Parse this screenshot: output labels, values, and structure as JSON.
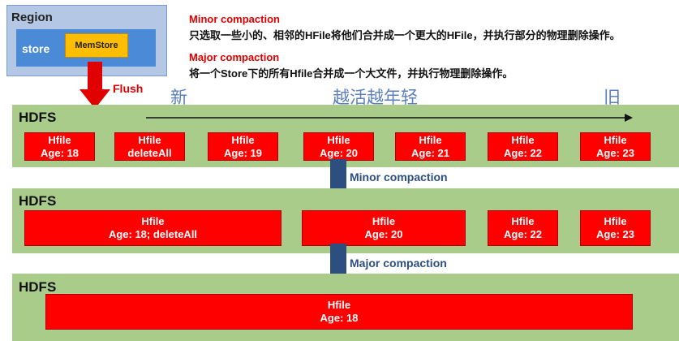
{
  "region": {
    "title": "Region",
    "store_label": "store",
    "memstore_label": "MemStore"
  },
  "notes": {
    "minor_title": "Minor compaction",
    "minor_body": "只选取一些小的、相邻的HFile将他们合并成一个更大的HFile，并执行部分的物理删除操作。",
    "major_title": "Major compaction",
    "major_body": "将一个Store下的所有Hfile合并成一个大文件，并执行物理删除操作。"
  },
  "flush_label": "Flush",
  "axis": {
    "left": "新",
    "middle": "越活越年轻",
    "right": "旧"
  },
  "bands": [
    {
      "label": "HDFS",
      "files": [
        {
          "name": "Hfile",
          "detail": "Age: 18"
        },
        {
          "name": "Hfile",
          "detail": "deleteAll"
        },
        {
          "name": "Hfile",
          "detail": "Age: 19"
        },
        {
          "name": "Hfile",
          "detail": "Age: 20"
        },
        {
          "name": "Hfile",
          "detail": "Age: 21"
        },
        {
          "name": "Hfile",
          "detail": "Age: 22"
        },
        {
          "name": "Hfile",
          "detail": "Age: 23"
        }
      ]
    },
    {
      "label": "HDFS",
      "files": [
        {
          "name": "Hfile",
          "detail": "Age: 18; deleteAll"
        },
        {
          "name": "Hfile",
          "detail": "Age: 20"
        },
        {
          "name": "Hfile",
          "detail": "Age: 22"
        },
        {
          "name": "Hfile",
          "detail": "Age: 23"
        }
      ]
    },
    {
      "label": "HDFS",
      "files": [
        {
          "name": "Hfile",
          "detail": "Age: 18"
        }
      ]
    }
  ],
  "arrows": {
    "minor_label": "Minor compaction",
    "major_label": "Major compaction"
  },
  "colors": {
    "band": "#a9cc8a",
    "hfile": "#ff0000",
    "flush_arrow": "#e00000",
    "compaction_arrow": "#2d4f80",
    "store": "#4a8ad6",
    "memstore": "#ffbe00"
  }
}
